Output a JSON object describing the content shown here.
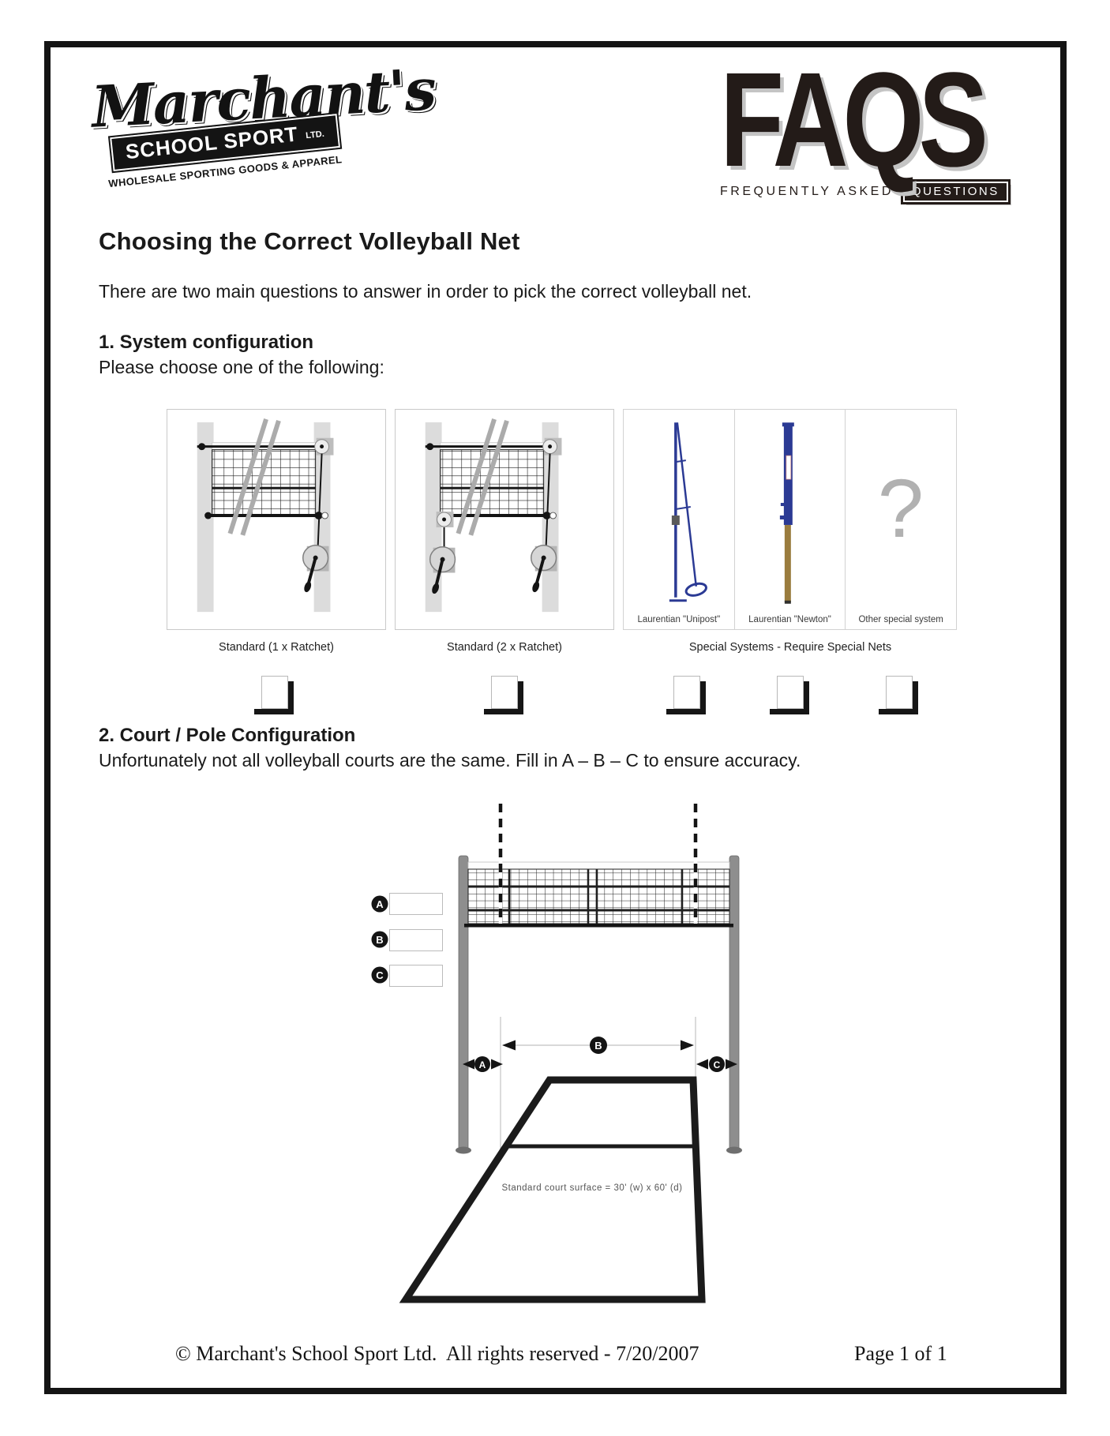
{
  "header": {
    "logo": {
      "brand": "Marchant's",
      "banner": "SCHOOL SPORT",
      "banner_suffix": "LTD.",
      "tagline": "WHOLESALE SPORTING GOODS & APPAREL"
    },
    "faqs": {
      "acronym": "FAQS",
      "left_words": "FREQUENTLY ASKED",
      "banner_word": "QUESTIONS"
    }
  },
  "title": "Choosing the Correct Volleyball Net",
  "intro": "There are two main questions to answer in order to pick the correct volleyball net.",
  "section1": {
    "heading": "1. System configuration",
    "subheading": "Please choose one of the following:",
    "options": [
      {
        "label": "Standard (1 x Ratchet)"
      },
      {
        "label": "Standard (2 x Ratchet)"
      },
      {
        "label": "Special Systems - Require Special Nets",
        "sub": [
          "Laurentian \"Unipost\"",
          "Laurentian \"Newton\"",
          "Other special system"
        ]
      }
    ],
    "question_mark": "?"
  },
  "section2": {
    "heading": "2. Court / Pole Configuration",
    "subheading": "Unfortunately not all volleyball courts are the same. Fill in A – B – C to ensure accuracy.",
    "labels": {
      "a": "A",
      "b": "B",
      "c": "C"
    },
    "court_note": "Standard court surface = 30' (w) x  60' (d)"
  },
  "footer": {
    "copyright": "© Marchant's School Sport Ltd.  All rights reserved - 7/20/2007",
    "page": "Page 1 of 1"
  },
  "colors": {
    "frame": "#141414",
    "special_blue": "#2b3a94",
    "newton_gold": "#9a7c3e",
    "question_gray": "#b1b1b1"
  }
}
